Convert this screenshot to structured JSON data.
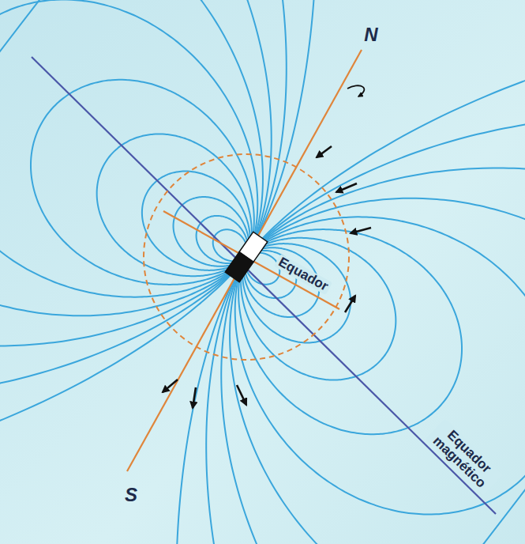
{
  "diagram": {
    "labels": [
      "N",
      "Equador",
      "Equador magnético",
      "S"
    ]
  }
}
